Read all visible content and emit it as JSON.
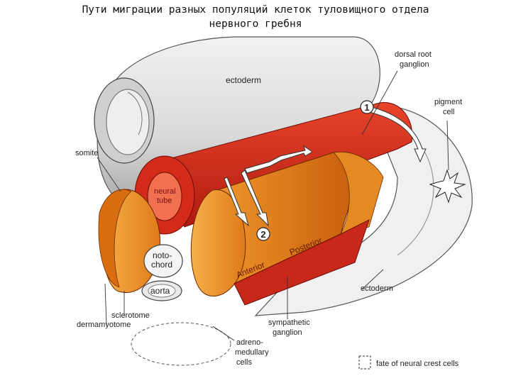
{
  "title": {
    "line1": "Пути миграции разных популяций клеток туловищного отдела",
    "line2": "нервного гребня"
  },
  "labels": {
    "ectoderm_top": "ectoderm",
    "dorsal_root_1": "dorsal root",
    "dorsal_root_2": "ganglion",
    "pigment_1": "pigment",
    "pigment_2": "cell",
    "somite": "somite",
    "neural_1": "neural",
    "neural_2": "tube",
    "noto_1": "noto-",
    "noto_2": "chord",
    "aorta": "aorta",
    "sclerotome": "sclerotome",
    "dermamyotome": "dermamyotome",
    "sympathetic_1": "sympathetic",
    "sympathetic_2": "ganglion",
    "adreno_1": "adreno-",
    "adreno_2": "medullary",
    "adreno_3": "cells",
    "ectoderm_bottom": "ectoderm",
    "anterior": "Anterior",
    "posterior": "Posterior",
    "pathway_1": "1",
    "pathway_2": "2"
  },
  "legend": {
    "label": "fate of neural crest cells"
  },
  "colors": {
    "neural_tube": "#d42a1a",
    "neural_tube_dark": "#a81810",
    "sclerotome": "#e8801a",
    "sclerotome_dark": "#c05a10",
    "ectoderm": "#e4e4e4",
    "ectoderm_shade": "#b8b8b8"
  }
}
